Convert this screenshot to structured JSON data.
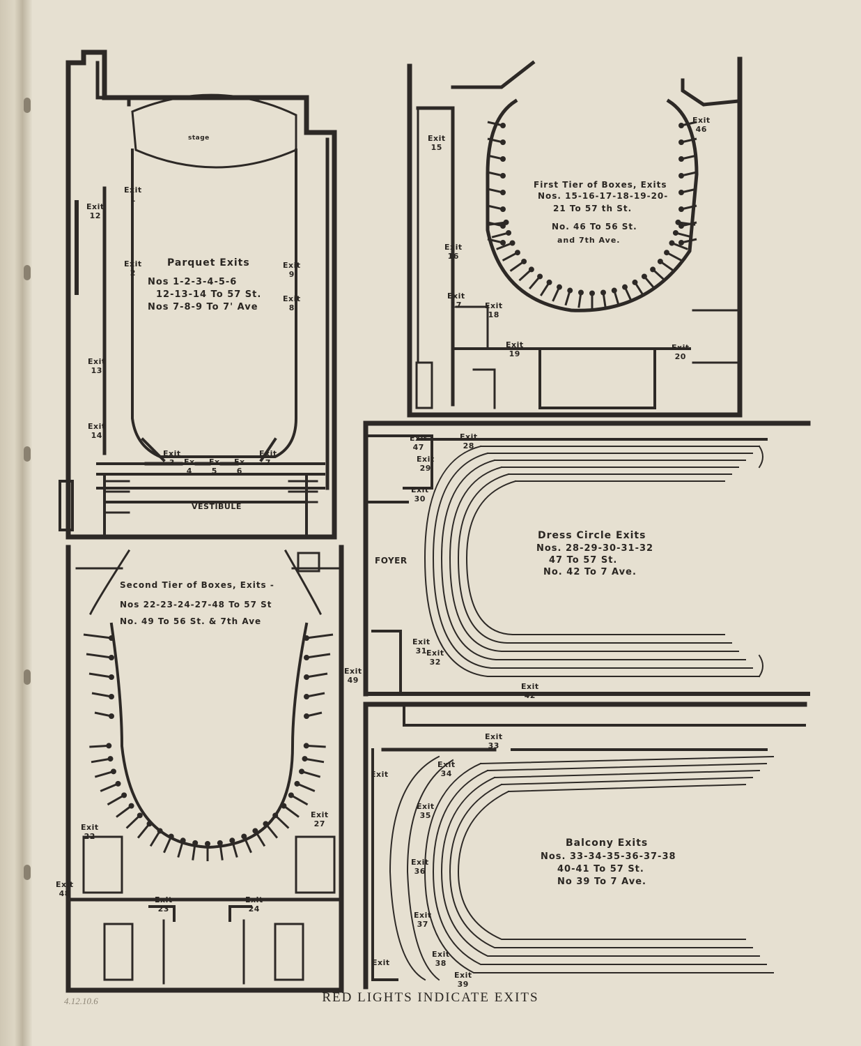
{
  "footer": "RED LIGHTS INDICATE EXITS",
  "pencil_note": "4.12.10.6",
  "plans": {
    "parquet": {
      "title": "Parquet Exits",
      "line1": "Nos 1-2-3-4-5-6",
      "line2": "12-13-14 To 57 St.",
      "line3": "Nos 7-8-9 To 7' Ave",
      "stage": "stage",
      "vestibule": "VESTIBULE",
      "exits": [
        {
          "t": "Exit",
          "n": "1"
        },
        {
          "t": "Exit",
          "n": "12"
        },
        {
          "t": "Exit",
          "n": "2"
        },
        {
          "t": "Exit",
          "n": "9"
        },
        {
          "t": "Exit",
          "n": "8"
        },
        {
          "t": "Exit",
          "n": "13"
        },
        {
          "t": "Exit",
          "n": "14"
        },
        {
          "t": "Exit",
          "n": "3"
        },
        {
          "t": "Ex",
          "n": "4"
        },
        {
          "t": "Ex",
          "n": "5"
        },
        {
          "t": "Ex",
          "n": "6"
        },
        {
          "t": "Exit",
          "n": "7"
        }
      ]
    },
    "first_tier": {
      "title": "First Tier of Boxes, Exits",
      "line1": "Nos. 15-16-17-18-19-20-",
      "line2": "21 To 57 th St.",
      "line3": "No. 46 To 56 St.",
      "line4": "and 7th Ave.",
      "exits": [
        {
          "t": "Exit",
          "n": "15"
        },
        {
          "t": "Exit",
          "n": "46"
        },
        {
          "t": "Exit",
          "n": "16"
        },
        {
          "t": "Exit",
          "n": "17"
        },
        {
          "t": "Exit",
          "n": "18"
        },
        {
          "t": "Exit",
          "n": "19"
        },
        {
          "t": "Exit",
          "n": "20"
        }
      ]
    },
    "dress_circle": {
      "title": "Dress Circle Exits",
      "line1": "Nos. 28-29-30-31-32",
      "line2": "47 To 57 St.",
      "line3": "No. 42 To 7 Ave.",
      "foyer": "FOYER",
      "exits": [
        {
          "t": "Exit",
          "n": "47"
        },
        {
          "t": "Exit",
          "n": "28"
        },
        {
          "t": "Exit",
          "n": "29"
        },
        {
          "t": "Exit",
          "n": "30"
        },
        {
          "t": "Exit",
          "n": "31"
        },
        {
          "t": "Exit",
          "n": "32"
        },
        {
          "t": "Exit",
          "n": "42"
        }
      ]
    },
    "second_tier": {
      "title": "Second Tier of Boxes, Exits -",
      "line1": "Nos 22-23-24-27-48 To 57 St",
      "line2": "No. 49 To 56 St. & 7th Ave",
      "exits": [
        {
          "t": "Exit",
          "n": "22"
        },
        {
          "t": "Exit",
          "n": "27"
        },
        {
          "t": "Exit",
          "n": "23"
        },
        {
          "t": "Exit",
          "n": "24"
        },
        {
          "t": "Exit",
          "n": "48"
        },
        {
          "t": "Exit",
          "n": "49"
        }
      ]
    },
    "balcony": {
      "title": "Balcony Exits",
      "line1": "Nos. 33-34-35-36-37-38",
      "line2": "40-41 To 57 St.",
      "line3": "No 39 To 7 Ave.",
      "exits": [
        {
          "t": "Exit",
          "n": "33"
        },
        {
          "t": "Exit",
          "n": "34"
        },
        {
          "t": "Exit",
          "n": "35"
        },
        {
          "t": "Exit",
          "n": "36"
        },
        {
          "t": "Exit",
          "n": "37"
        },
        {
          "t": "Exit",
          "n": "38"
        },
        {
          "t": "Exit",
          "n": "39"
        },
        {
          "t": "Exit",
          "n": ""
        },
        {
          "t": "Exit",
          "n": ""
        }
      ]
    }
  }
}
